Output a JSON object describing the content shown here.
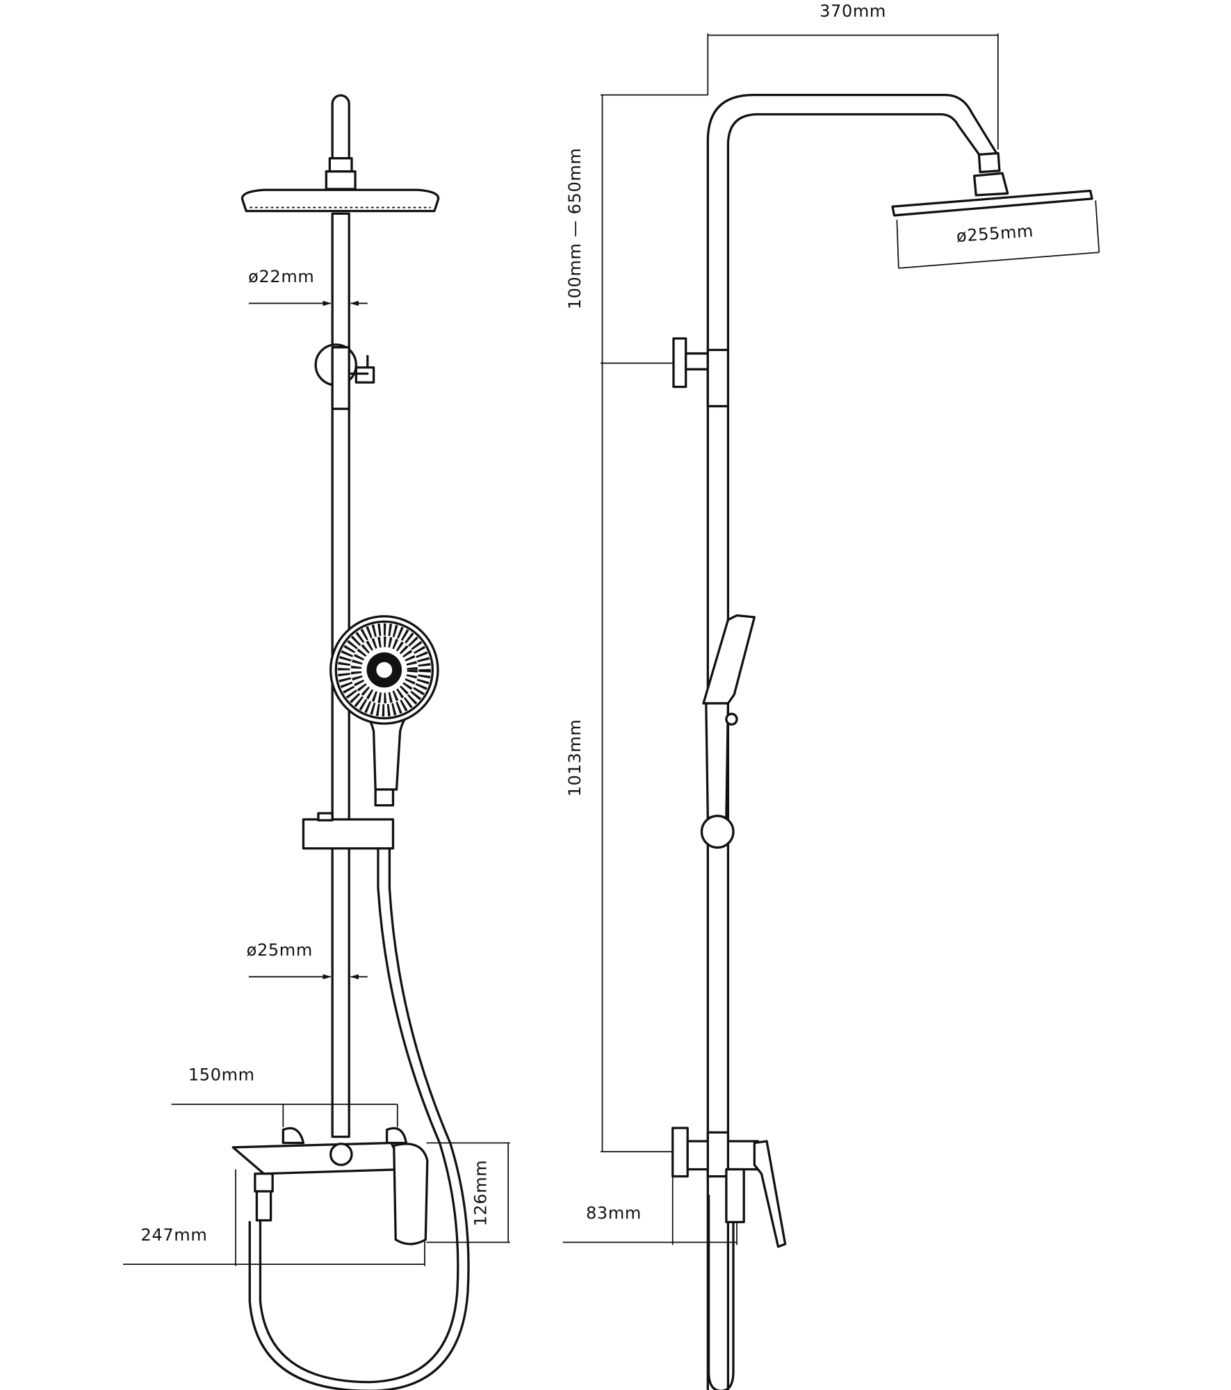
{
  "front_view": {
    "pipe_diameter_top": "ø22mm",
    "pipe_diameter_bottom": "ø25mm",
    "inlet_spacing": "150mm",
    "mixer_height": "126mm",
    "mixer_width": "247mm"
  },
  "side_view": {
    "arm_reach": "370mm",
    "head_diameter": "ø255mm",
    "adjustable_height": "100mm — 650mm",
    "riser_height": "1013mm",
    "wall_projection": "83mm"
  },
  "colors": {
    "line": "#111111",
    "background": "#ffffff"
  }
}
